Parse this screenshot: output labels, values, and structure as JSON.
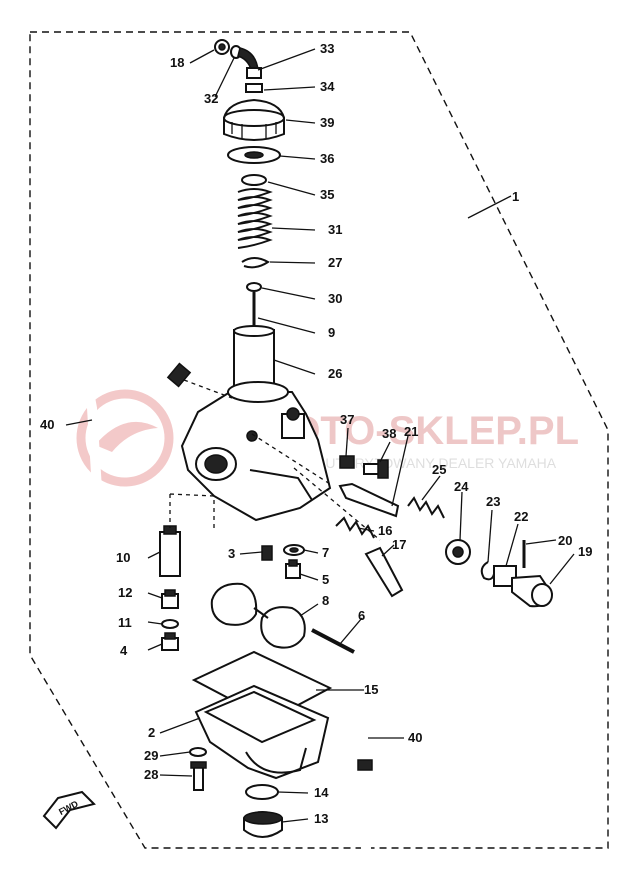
{
  "watermark": {
    "brand": "MOTO-SKLEP.PL",
    "tagline": "AUTORYZOWANY DEALER YAMAHA"
  },
  "direction_mark": "FWD",
  "callouts": [
    {
      "id": "c1",
      "text": "1"
    },
    {
      "id": "c2",
      "text": "2"
    },
    {
      "id": "c3",
      "text": "3"
    },
    {
      "id": "c4",
      "text": "4"
    },
    {
      "id": "c5",
      "text": "5"
    },
    {
      "id": "c6",
      "text": "6"
    },
    {
      "id": "c7",
      "text": "7"
    },
    {
      "id": "c8",
      "text": "8"
    },
    {
      "id": "c9",
      "text": "9"
    },
    {
      "id": "c10",
      "text": "10"
    },
    {
      "id": "c11",
      "text": "11"
    },
    {
      "id": "c12",
      "text": "12"
    },
    {
      "id": "c13",
      "text": "13"
    },
    {
      "id": "c14",
      "text": "14"
    },
    {
      "id": "c15",
      "text": "15"
    },
    {
      "id": "c16",
      "text": "16"
    },
    {
      "id": "c17",
      "text": "17"
    },
    {
      "id": "c18",
      "text": "18"
    },
    {
      "id": "c19",
      "text": "19"
    },
    {
      "id": "c20",
      "text": "20"
    },
    {
      "id": "c21",
      "text": "21"
    },
    {
      "id": "c22",
      "text": "22"
    },
    {
      "id": "c23",
      "text": "23"
    },
    {
      "id": "c24",
      "text": "24"
    },
    {
      "id": "c25",
      "text": "25"
    },
    {
      "id": "c26",
      "text": "26"
    },
    {
      "id": "c27",
      "text": "27"
    },
    {
      "id": "c28",
      "text": "28"
    },
    {
      "id": "c29",
      "text": "29"
    },
    {
      "id": "c30",
      "text": "30"
    },
    {
      "id": "c31",
      "text": "31"
    },
    {
      "id": "c32",
      "text": "32"
    },
    {
      "id": "c33",
      "text": "33"
    },
    {
      "id": "c34",
      "text": "34"
    },
    {
      "id": "c35",
      "text": "35"
    },
    {
      "id": "c36",
      "text": "36"
    },
    {
      "id": "c37",
      "text": "37"
    },
    {
      "id": "c38",
      "text": "38"
    },
    {
      "id": "c39",
      "text": "39"
    },
    {
      "id": "c40a",
      "text": "40"
    },
    {
      "id": "c40b",
      "text": "40"
    }
  ]
}
